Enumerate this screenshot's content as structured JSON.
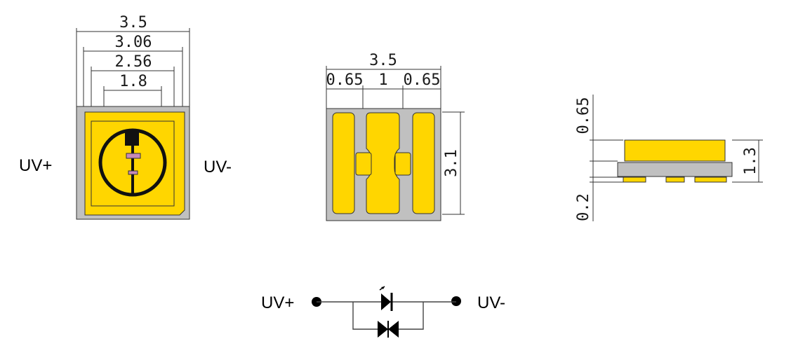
{
  "top_view": {
    "dims": [
      "3.5",
      "3.06",
      "2.56",
      "1.8"
    ],
    "label_plus": "UV+",
    "label_minus": "UV-"
  },
  "bottom_view": {
    "width": "3.5",
    "pad_widths": [
      "0.65",
      "1",
      "0.65"
    ],
    "height": "3.1"
  },
  "side_view": {
    "dim_top": "0.65",
    "dim_bottom": "0.2",
    "dim_height": "1.3"
  },
  "schematic": {
    "label_plus": "UV+",
    "label_minus": "UV-"
  },
  "colors": {
    "pad_yellow": "#ffd600",
    "ceramic_gray": "#c0c0c0",
    "outline": "#333333",
    "marker_pink": "#c78ab8"
  }
}
